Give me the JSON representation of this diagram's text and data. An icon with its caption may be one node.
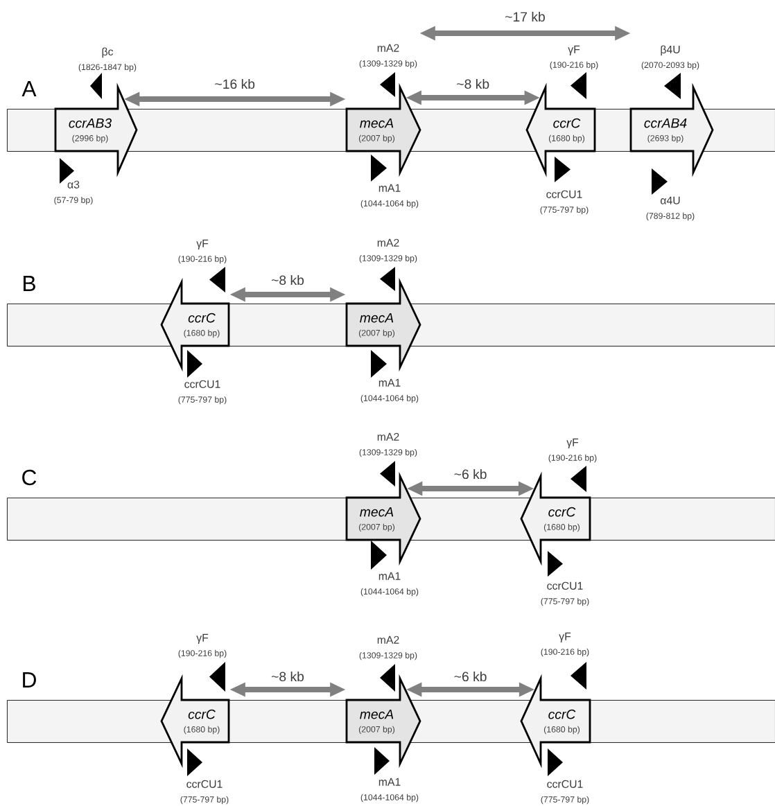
{
  "diagram": {
    "nodes": [
      {
        "text": [
          "ccrAB3",
          "(2996 bp)"
        ]
      },
      {
        "text": [
          "mecA",
          "(2007 bp)"
        ]
      },
      {
        "text": [
          "ccrC",
          "(1680 bp)"
        ]
      },
      {
        "text": [
          "ccrAB4",
          "(2693 bp)"
        ]
      },
      {
        "text": [
          "βc",
          "(1826-1847 bp)"
        ]
      },
      {
        "text": [
          "α3",
          "(57-79 bp)"
        ]
      },
      {
        "text": [
          "mA2",
          "(1309-1329 bp)"
        ]
      },
      {
        "text": [
          "mA1",
          "(1044-1064 bp)"
        ]
      },
      {
        "text": [
          "γF",
          "(190-216 bp)"
        ]
      },
      {
        "text": [
          "ccrCU1",
          "(775-797 bp)"
        ]
      },
      {
        "text": [
          "β4U",
          "(2070-2093 bp)"
        ]
      },
      {
        "text": [
          "α4U",
          "(789-812 bp)"
        ]
      },
      {
        "text": [
          "ccrC",
          "(1680 bp)"
        ]
      },
      {
        "text": [
          "mecA",
          "(2007 bp)"
        ]
      },
      {
        "text": [
          "γF",
          "(190-216 bp)"
        ]
      },
      {
        "text": [
          "ccrCU1",
          "(775-797 bp)"
        ]
      },
      {
        "text": [
          "mA2",
          "(1309-1329 bp)"
        ]
      },
      {
        "text": [
          "mA1",
          "(1044-1064 bp)"
        ]
      },
      {
        "text": [
          "mecA",
          "(2007 bp)"
        ]
      },
      {
        "text": [
          "ccrC",
          "(1680 bp)"
        ]
      },
      {
        "text": [
          "mA2",
          "(1309-1329 bp)"
        ]
      },
      {
        "text": [
          "mA1",
          "(1044-1064 bp)"
        ]
      },
      {
        "text": [
          "γF",
          "(190-216 bp)"
        ]
      },
      {
        "text": [
          "ccrCU1",
          "(775-797 bp)"
        ]
      },
      {
        "text": [
          "ccrC",
          "(1680 bp)"
        ]
      },
      {
        "text": [
          "mecA",
          "(2007 bp)"
        ]
      },
      {
        "text": [
          "ccrC",
          "(1680 bp)"
        ]
      },
      {
        "text": [
          "γF",
          "(190-216 bp)"
        ]
      },
      {
        "text": [
          "ccrCU1",
          "(775-797 bp)"
        ]
      },
      {
        "text": [
          "mA2",
          "(1309-1329 bp)"
        ]
      },
      {
        "text": [
          "mA1",
          "(1044-1064 bp)"
        ]
      },
      {
        "text": [
          "γF",
          "(190-216 bp)"
        ]
      },
      {
        "text": [
          "ccrCU1",
          "(775-797 bp)"
        ]
      },
      {
        "text": [],
        "shape": "bar",
        "beside": [
          "A"
        ]
      },
      {
        "text": [],
        "shape": "bar",
        "beside": [
          "B"
        ]
      },
      {
        "text": [],
        "shape": "bar",
        "beside": [
          "C"
        ]
      },
      {
        "text": [],
        "shape": "bar",
        "beside": [
          "D"
        ]
      }
    ],
    "edges": [
      {
        "from": 0,
        "to": 1,
        "arrow": "both",
        "label": "~16 kb"
      },
      {
        "from": 1,
        "to": 2,
        "arrow": "both",
        "label": "~8 kb"
      },
      {
        "from": 12,
        "to": 13,
        "arrow": "both",
        "label": "~8 kb"
      },
      {
        "from": 18,
        "to": 19,
        "arrow": "both",
        "label": "~6 kb"
      },
      {
        "from": 24,
        "to": 25,
        "arrow": "both",
        "label": "~8 kb"
      },
      {
        "from": 25,
        "to": 26,
        "arrow": "both",
        "label": "~6 kb"
      }
    ],
    "labels": [
      "~17 kb"
    ]
  }
}
